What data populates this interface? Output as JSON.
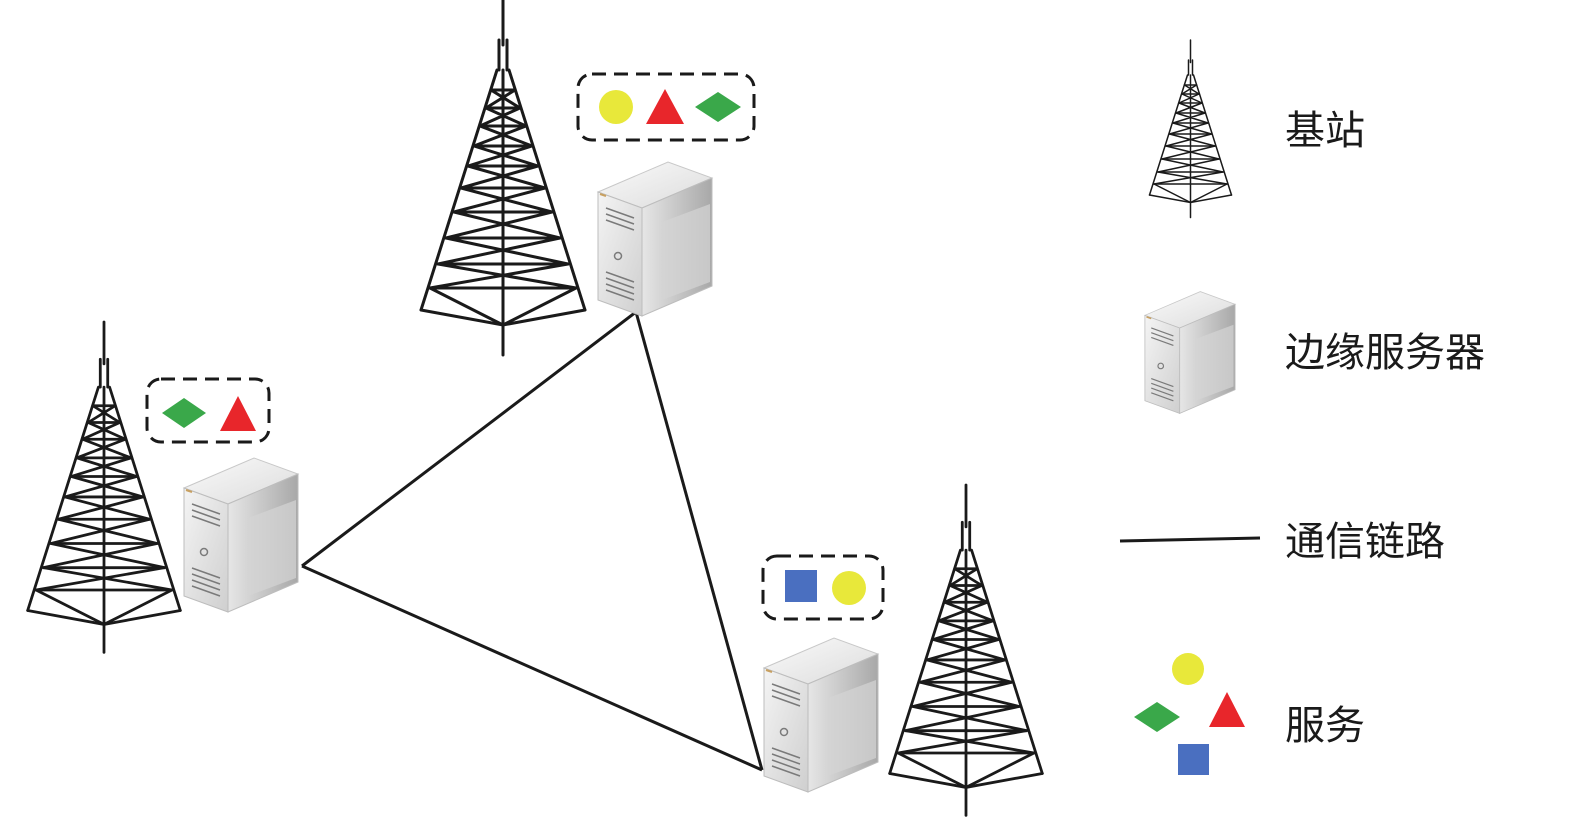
{
  "legend": {
    "tower_label": "基站",
    "server_label": "边缘服务器",
    "link_label": "通信链路",
    "service_label": "服务"
  },
  "icons": {
    "tower": "cell-tower-icon",
    "server": "server-icon",
    "circle": "yellow-circle-service-icon",
    "triangle": "red-triangle-service-icon",
    "diamond": "green-diamond-service-icon",
    "square": "blue-square-service-icon"
  },
  "colors": {
    "circle": "#e8e83a",
    "triangle": "#e8262b",
    "diamond": "#3aa84a",
    "square": "#4a6fc0",
    "line": "#1a1a1a"
  },
  "nodes": [
    {
      "id": "top",
      "services": [
        "circle",
        "triangle",
        "diamond"
      ]
    },
    {
      "id": "left",
      "services": [
        "diamond",
        "triangle"
      ]
    },
    {
      "id": "bottom",
      "services": [
        "square",
        "circle"
      ]
    }
  ],
  "links": [
    [
      "top",
      "left"
    ],
    [
      "top",
      "bottom"
    ],
    [
      "left",
      "bottom"
    ]
  ]
}
